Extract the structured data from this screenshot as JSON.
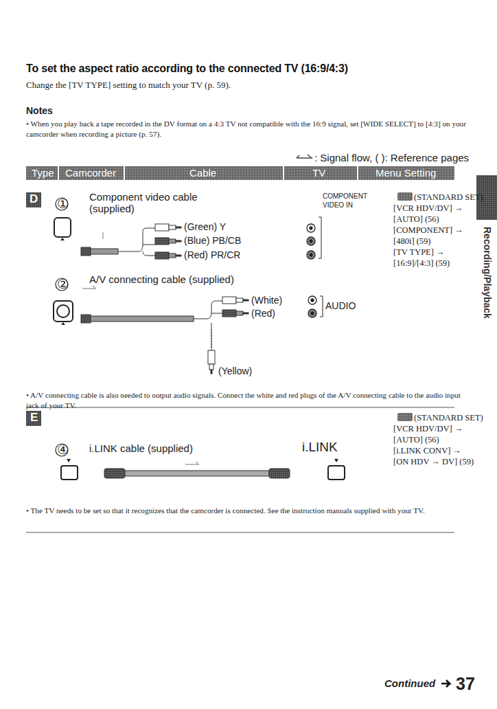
{
  "diagram": {
    "title": "To set the aspect ratio according to the connected TV (16:9/4:3)",
    "labels": [
      "Change the [TV TYPE] setting to match your TV (p. 59).",
      "Notes",
      "• When you play back a tape recorded in the DV format on a 4:3 TV not compatible with the 16:9 signal, set [WIDE SELECT] to [4:3] on your camcorder when recording a picture (p. 57).",
      ": Signal flow, ( ): Reference pages",
      "Type",
      "Camcorder",
      "Cable",
      "TV",
      "Menu Setting",
      "D",
      "①",
      "Component video cable (supplied)",
      "(Green) Y",
      "(Blue) PB/CB",
      "(Red) PR/CR",
      "COMPONENT VIDEO IN",
      "(STANDARD SET)",
      "[VCR HDV/DV] →",
      "[AUTO] (56)",
      "[COMPONENT] →",
      "[480i] (59)",
      "[TV TYPE] →",
      "[16:9]/[4:3] (59)",
      "②",
      "A/V connecting cable (supplied)",
      "(White)",
      "(Red)",
      "AUDIO",
      "(Yellow)",
      "• A/V connecting cable is also needed to output audio signals. Connect the white and red plugs of the A/V connecting cable to the audio input jack of your TV.",
      "E",
      "④",
      "i.LINK cable (supplied)",
      "i.LINK",
      "(STANDARD SET)",
      "[VCR HDV/DV] →",
      "[AUTO] (56)",
      "[i.LINK CONV] →",
      "[ON HDV → DV] (59)",
      "• The TV needs to be set so that it recognizes that the camcorder is connected. See the instruction manuals supplied with your TV.",
      "Recording/Playback",
      "Continued",
      "37"
    ]
  }
}
